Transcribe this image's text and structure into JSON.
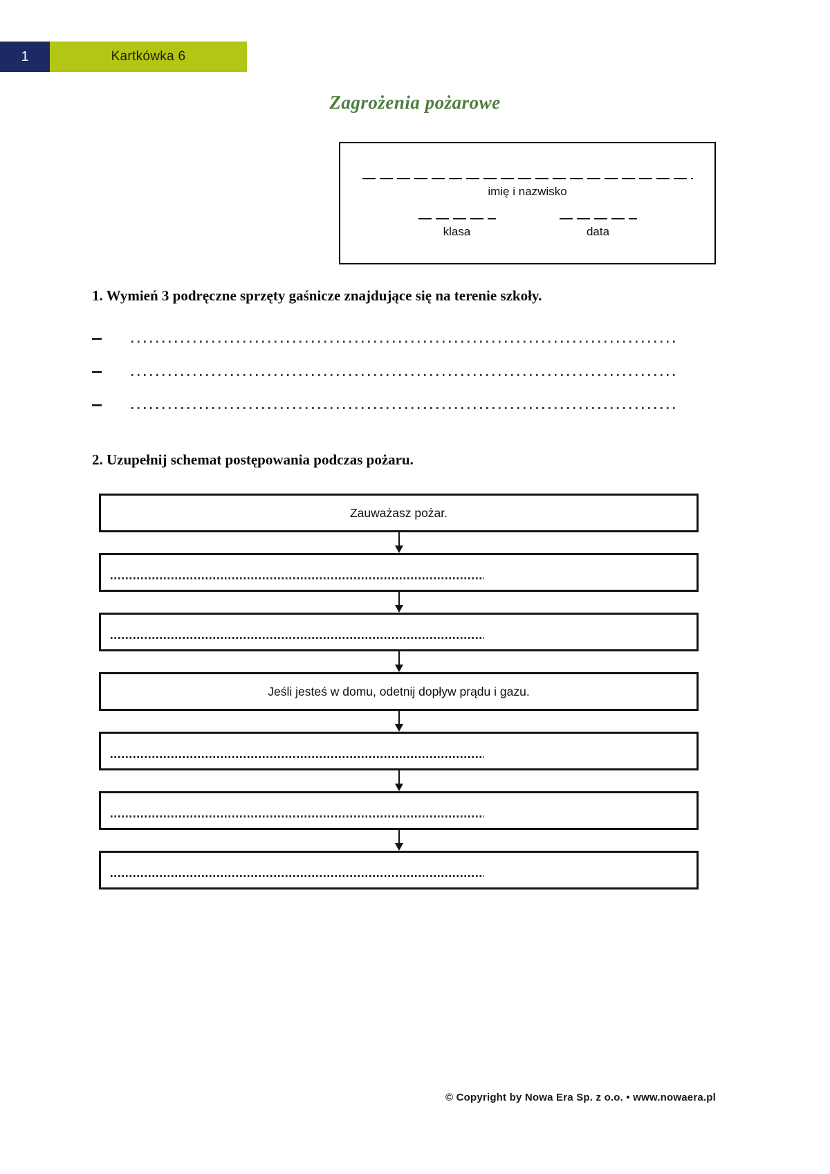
{
  "header": {
    "page_number": "1",
    "label": "Kartkówka 6"
  },
  "title": "Zagrożenia pożarowe",
  "name_box": {
    "name_label": "imię i nazwisko",
    "class_label": "klasa",
    "date_label": "data"
  },
  "questions": [
    {
      "number": "1",
      "text": "1. Wymień 3 podręczne sprzęty gaśnicze znajdujące się na terenie szkoły.",
      "answer_lines": 3
    },
    {
      "number": "2",
      "text": "2. Uzupełnij schemat postępowania podczas pożaru."
    }
  ],
  "flowchart": {
    "steps": [
      {
        "text": "Zauważasz pożar.",
        "blank": false
      },
      {
        "text": "",
        "blank": true
      },
      {
        "text": "",
        "blank": true
      },
      {
        "text": "Jeśli jesteś w domu, odetnij dopływ prądu i gazu.",
        "blank": false
      },
      {
        "text": "",
        "blank": true
      },
      {
        "text": "",
        "blank": true
      },
      {
        "text": "",
        "blank": true
      }
    ]
  },
  "footer": "© Copyright by Nowa Era Sp. z o.o. • www.nowaera.pl",
  "colors": {
    "page_number_bg": "#1b2a63",
    "header_label_bg": "#b2c613",
    "title_green": "#4e7d3e",
    "ink": "#141414"
  }
}
